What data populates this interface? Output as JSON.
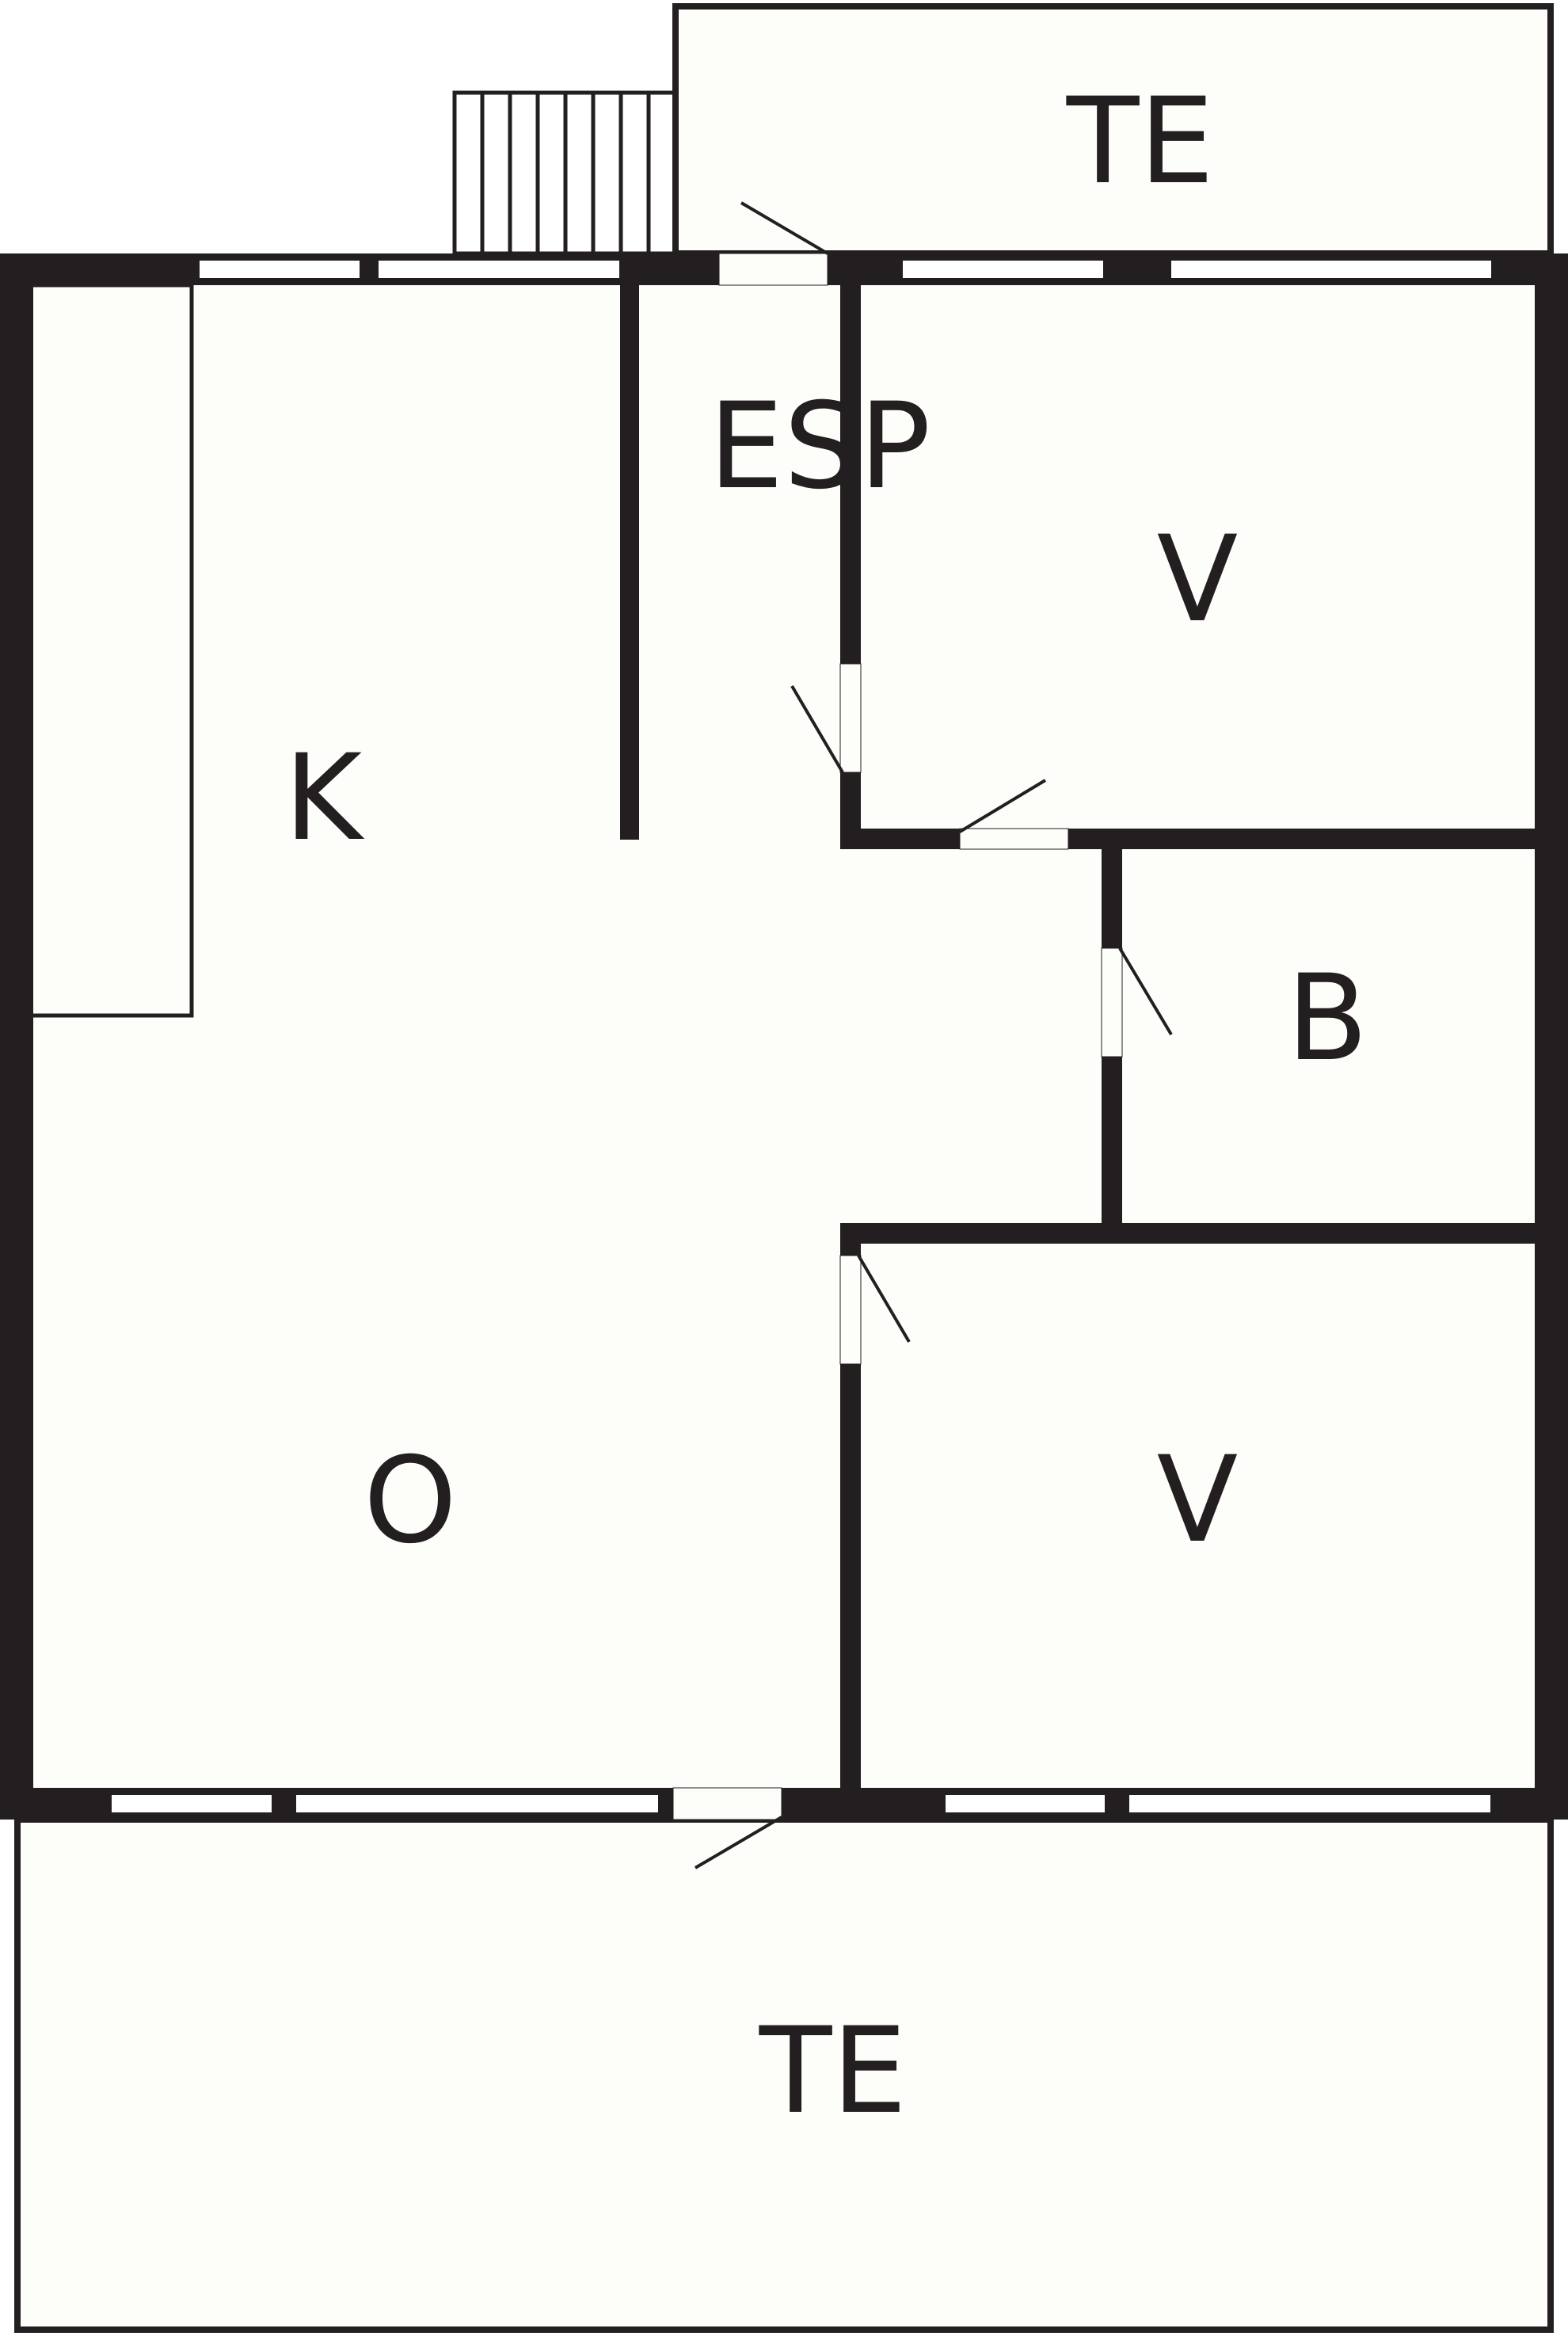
{
  "colors": {
    "wall": "#231f20",
    "floor": "#fdfdf9",
    "window_glass": "#ffffff"
  },
  "rooms": {
    "terrace_top": "TE",
    "entrance": "ESP",
    "bedroom_top": "V",
    "kitchen": "K",
    "bathroom": "B",
    "living": "O",
    "bedroom_bottom": "V",
    "terrace_bottom": "TE"
  }
}
